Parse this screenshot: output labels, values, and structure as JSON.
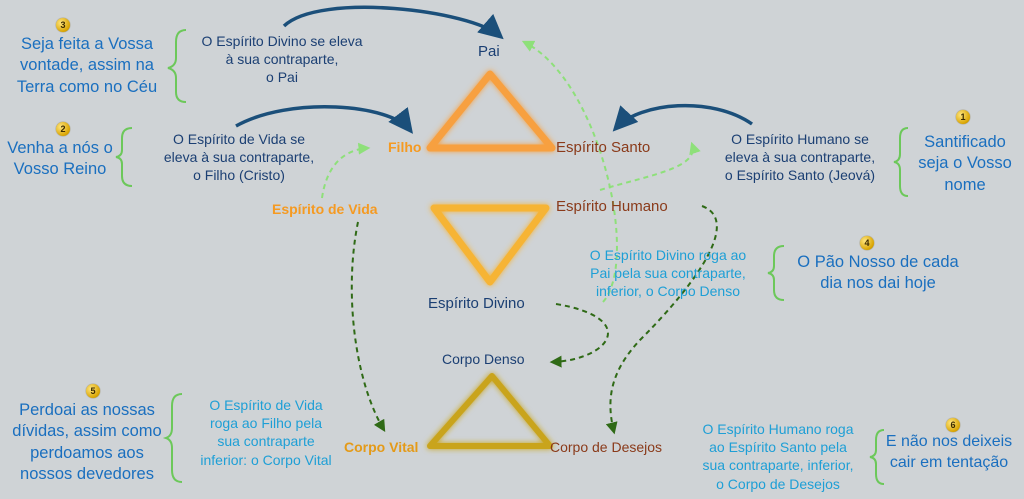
{
  "badges": {
    "b1": "1",
    "b2": "2",
    "b3": "3",
    "b4": "4",
    "b5": "5",
    "b6": "6"
  },
  "petitions": {
    "p1": "Santificado\nseja o Vosso\nnome",
    "p2": "Venha a nós o\nVosso Reino",
    "p3": "Seja feita a Vossa\nvontade, assim na\nTerra como no Céu",
    "p4": "O Pão Nosso de cada\ndia nos dai hoje",
    "p5": "Perdoai as nossas\ndívidas, assim como\nperdoamos aos\nnossos devedores",
    "p6": "E não nos deixeis\ncair em tentação"
  },
  "explanations": {
    "e1": "O Espírito Humano se\neleva à sua contraparte,\no Espírito Santo (Jeová)",
    "e2": "O Espírito de Vida se\neleva à sua contraparte,\no Filho (Cristo)",
    "e3": "O Espírito Divino se eleva\nà sua contraparte,\no Pai",
    "e4": "O Espírito Divino roga ao\nPai pela sua contraparte,\ninferior, o Corpo Denso",
    "e5": "O Espírito de Vida\nroga ao Filho pela\nsua contraparte\ninferior: o Corpo Vital",
    "e6": "O Espírito Humano roga\nao Espírito Santo pela\nsua contraparte, inferior,\no Corpo de Desejos"
  },
  "labels": {
    "pai": "Pai",
    "filho": "Filho",
    "espirito_santo": "Espírito Santo",
    "espirito_vida": "Espírito de Vida",
    "espirito_humano": "Espírito Humano",
    "espirito_divino": "Espírito Divino",
    "corpo_denso": "Corpo Denso",
    "corpo_vital": "Corpo Vital",
    "corpo_desejos": "Corpo de Desejos"
  },
  "colors": {
    "upper_triangle": "#f7a040",
    "middle_triangle": "#f6b436",
    "lower_triangle": "#c9a41c",
    "arrow_dark": "#1b4f7a",
    "arrow_light": "#8ee07a",
    "arrow_olive": "#3a7a1e",
    "brace": "#6cc85a"
  }
}
